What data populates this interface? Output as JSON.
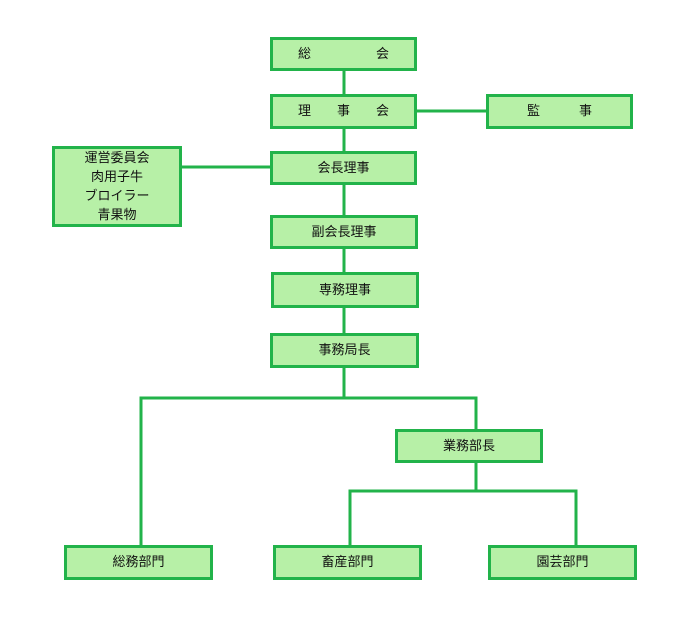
{
  "colors": {
    "fill": "#b7f0a7",
    "border": "#22b34a",
    "line": "#22b34a"
  },
  "org": {
    "soukai": "総　　　　　会",
    "rijikai": "理　　事　　会",
    "kanji": "監　　　事",
    "committee": "運営委員会\n肉用子牛\nブロイラー\n青果物",
    "kaichou": "会長理事",
    "fukukaichou": "副会長理事",
    "senmu": "専務理事",
    "jimukyokuchou": "事務局長",
    "gyoumubuchou": "業務部長",
    "soumu": "総務部門",
    "chikusan": "畜産部門",
    "engei": "園芸部門"
  }
}
